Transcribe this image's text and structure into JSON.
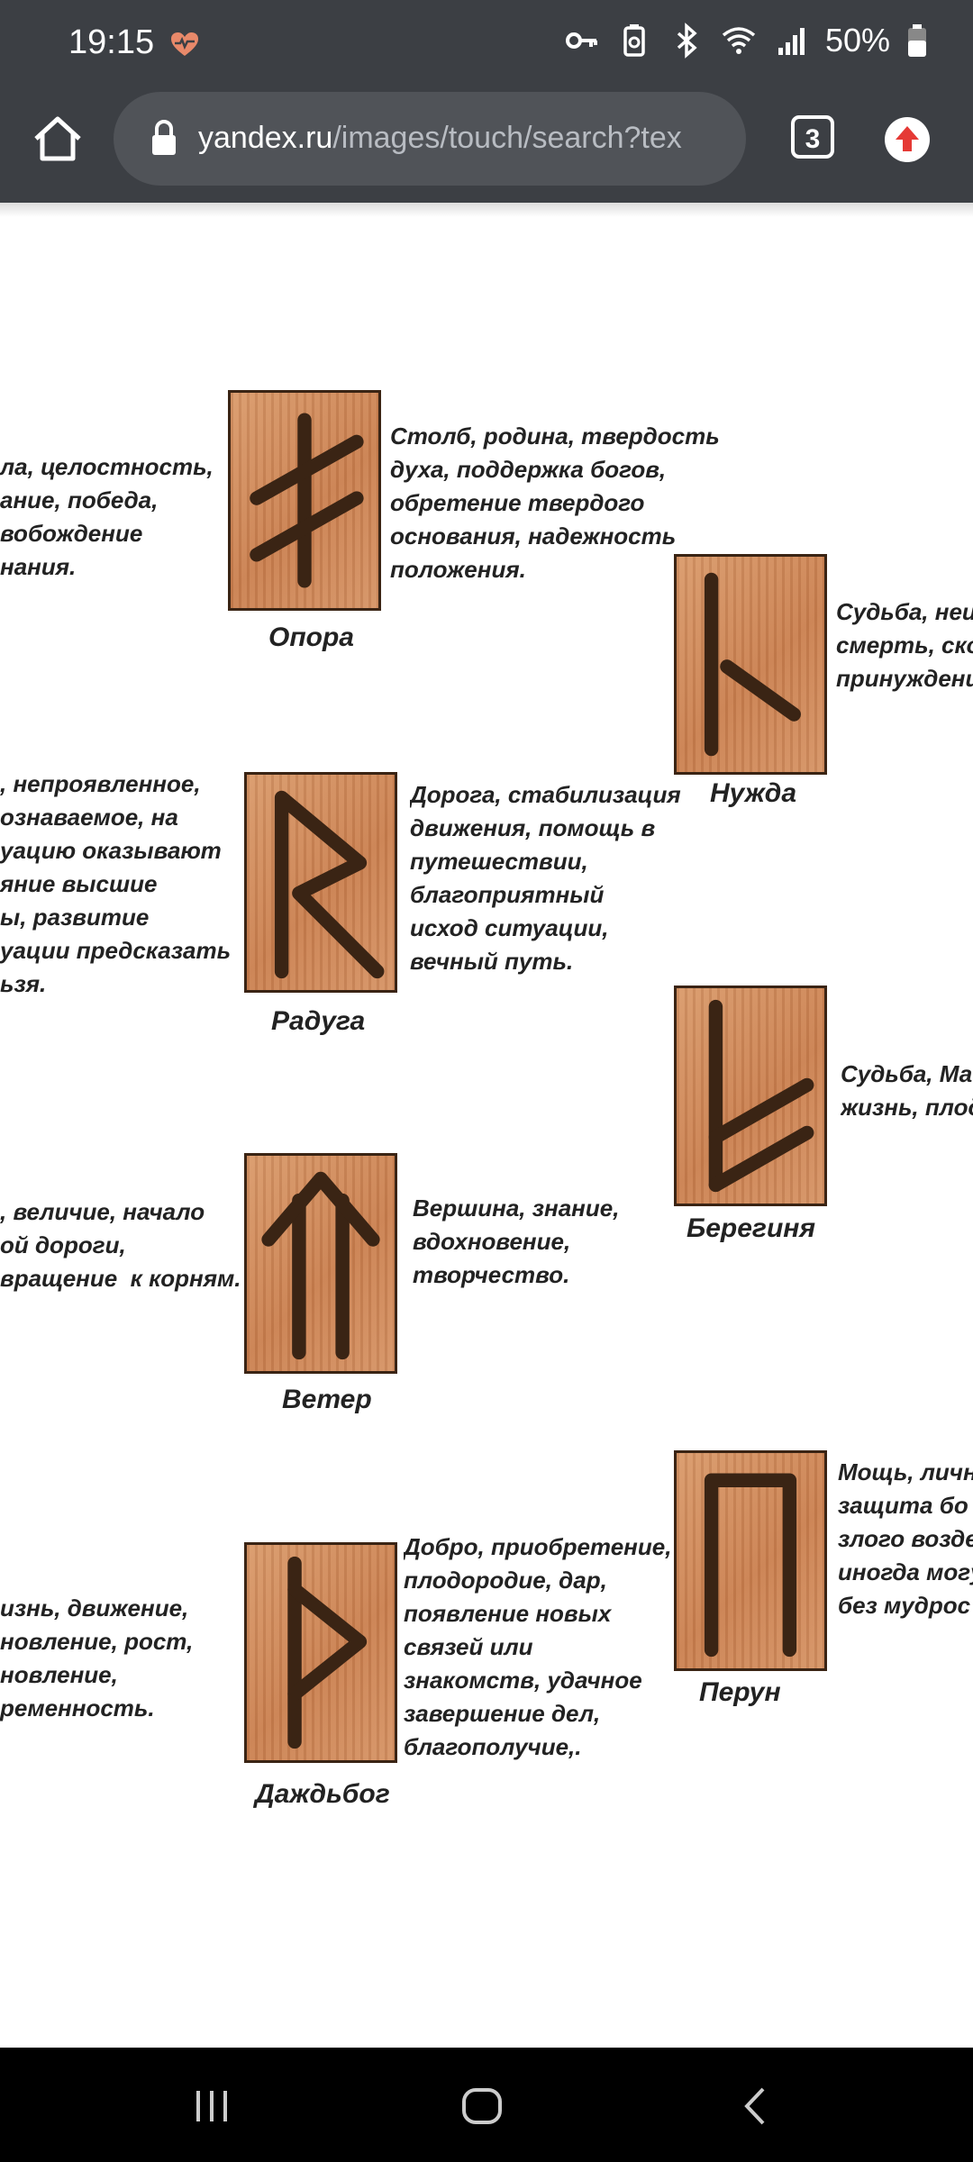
{
  "status": {
    "time": "19:15",
    "battery": "50%"
  },
  "browser": {
    "url_host": "yandex.ru",
    "url_path": "/images/touch/search?tex",
    "tab_count": "3"
  },
  "runes": {
    "opora": {
      "name": "Опора",
      "desc": "Столб, родина, твердость\nдуха, поддержка богов,\nобретение твердого\nоснования, надежность\nположения."
    },
    "nuzhda": {
      "name": "Нужда",
      "desc": "Судьба, неи\nсмерть, ско\nпринуждени"
    },
    "raduga": {
      "name": "Радуга",
      "desc": "Дорога, стабилизация\nдвижения, помощь в\nпутешествии,\nблагоприятный\nисход ситуации,\nвечный путь."
    },
    "bereginya": {
      "name": "Берегиня",
      "desc": "Судьба, Ма\nжизнь, плод"
    },
    "veter": {
      "name": "Ветер",
      "desc": "Вершина, знание,\nвдохновение,\nтворчество."
    },
    "perun": {
      "name": "Перун",
      "desc": "Мощь, личн\nзащита бо\nзлого возде\nиногда могу\nбез мудрос"
    },
    "dazhdbog": {
      "name": "Даждьбог",
      "desc": "Добро, приобретение,\nплодородие, дар,\nпоявление новых\nсвязей или\nзнакомств, удачное\nзавершение дел,\nблагополучие,."
    }
  },
  "left_texts": {
    "t1": "ла, целостность,\nание, победа,\nвобождение\nнания.",
    "t2": ", непроявленное,\nознаваемое, на\nуацию оказывают\nяние высшие\nы, развитие\nуации предсказать\nьзя.",
    "t3": ", величие, начало\nой дороги,\nвращение  к корням.",
    "t4": "изнь, движение,\nновление, рост,\nновление,\nременность."
  },
  "colors": {
    "chrome": "#3c3f44",
    "urlbox": "#505358",
    "wood": "#d08a5a",
    "carving": "#3a2414",
    "update_badge": "#e53935"
  }
}
